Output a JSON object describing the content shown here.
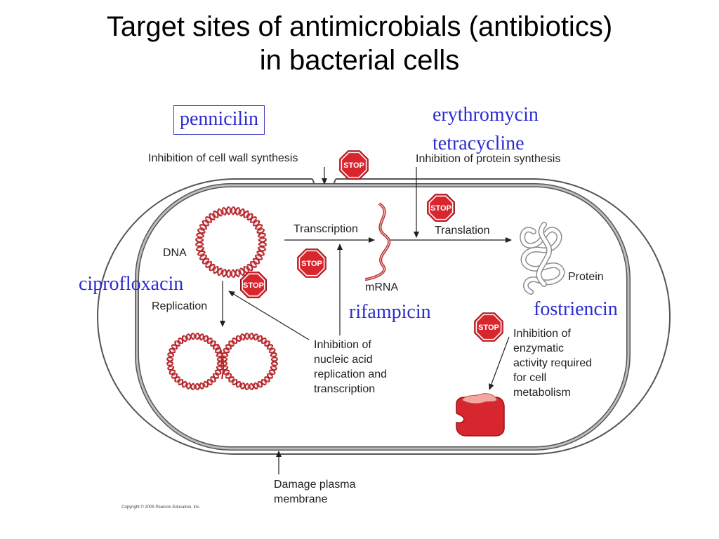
{
  "title_line1": "Target sites of antimicrobials (antibiotics)",
  "title_line2": "in bacterial cells",
  "drugs": {
    "penicillin": "pennicilin",
    "erythromycin": "erythromycin",
    "tetracycline": "tetracycline",
    "ciprofloxacin": "ciprofloxacin",
    "rifampicin": "rifampicin",
    "fostriencin": "fostriencin"
  },
  "labels": {
    "cell_wall": "Inhibition of cell wall synthesis",
    "protein_synthesis": "Inhibition of protein synthesis",
    "transcription": "Transcription",
    "translation": "Translation",
    "dna": "DNA",
    "mrna": "mRNA",
    "protein": "Protein",
    "replication": "Replication",
    "nucleic_acid": [
      "Inhibition of",
      "nucleic acid",
      "replication and",
      "transcription"
    ],
    "enzymatic": [
      "Inhibition of",
      "enzymatic",
      "activity required",
      "for cell",
      "metabolism"
    ],
    "membrane": [
      "Damage plasma",
      "membrane"
    ]
  },
  "stop_text": "STOP",
  "copyright": "Copyright © 2009 Pearson Education, Inc.",
  "colors": {
    "drug_text": "#2b2bd0",
    "stop_sign": "#d8262e",
    "dna_strand": "#b5262e",
    "enzyme": "#d8262e",
    "membrane": "#555555"
  }
}
